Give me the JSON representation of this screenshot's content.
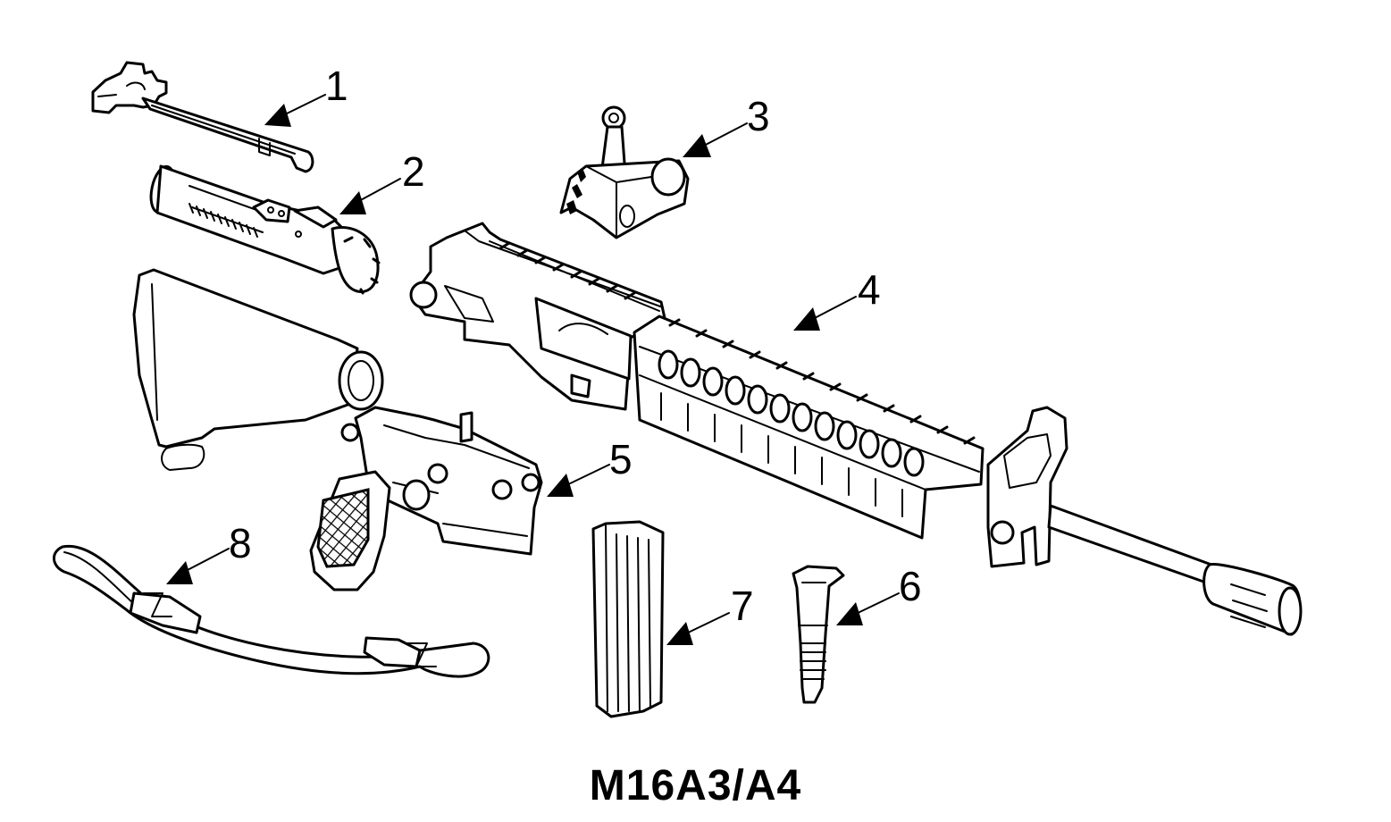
{
  "caption": "M16A3/A4",
  "callouts": [
    {
      "id": 1,
      "label": "1",
      "part": "charging-handle"
    },
    {
      "id": 2,
      "label": "2",
      "part": "bolt-carrier-group"
    },
    {
      "id": 3,
      "label": "3",
      "part": "rear-sight"
    },
    {
      "id": 4,
      "label": "4",
      "part": "upper-receiver-barrel"
    },
    {
      "id": 5,
      "label": "5",
      "part": "lower-receiver-stock"
    },
    {
      "id": 6,
      "label": "6",
      "part": "vertical-grip"
    },
    {
      "id": 7,
      "label": "7",
      "part": "magazine"
    },
    {
      "id": 8,
      "label": "8",
      "part": "sling"
    }
  ],
  "colors": {
    "line": "#000000",
    "background": "#ffffff"
  }
}
